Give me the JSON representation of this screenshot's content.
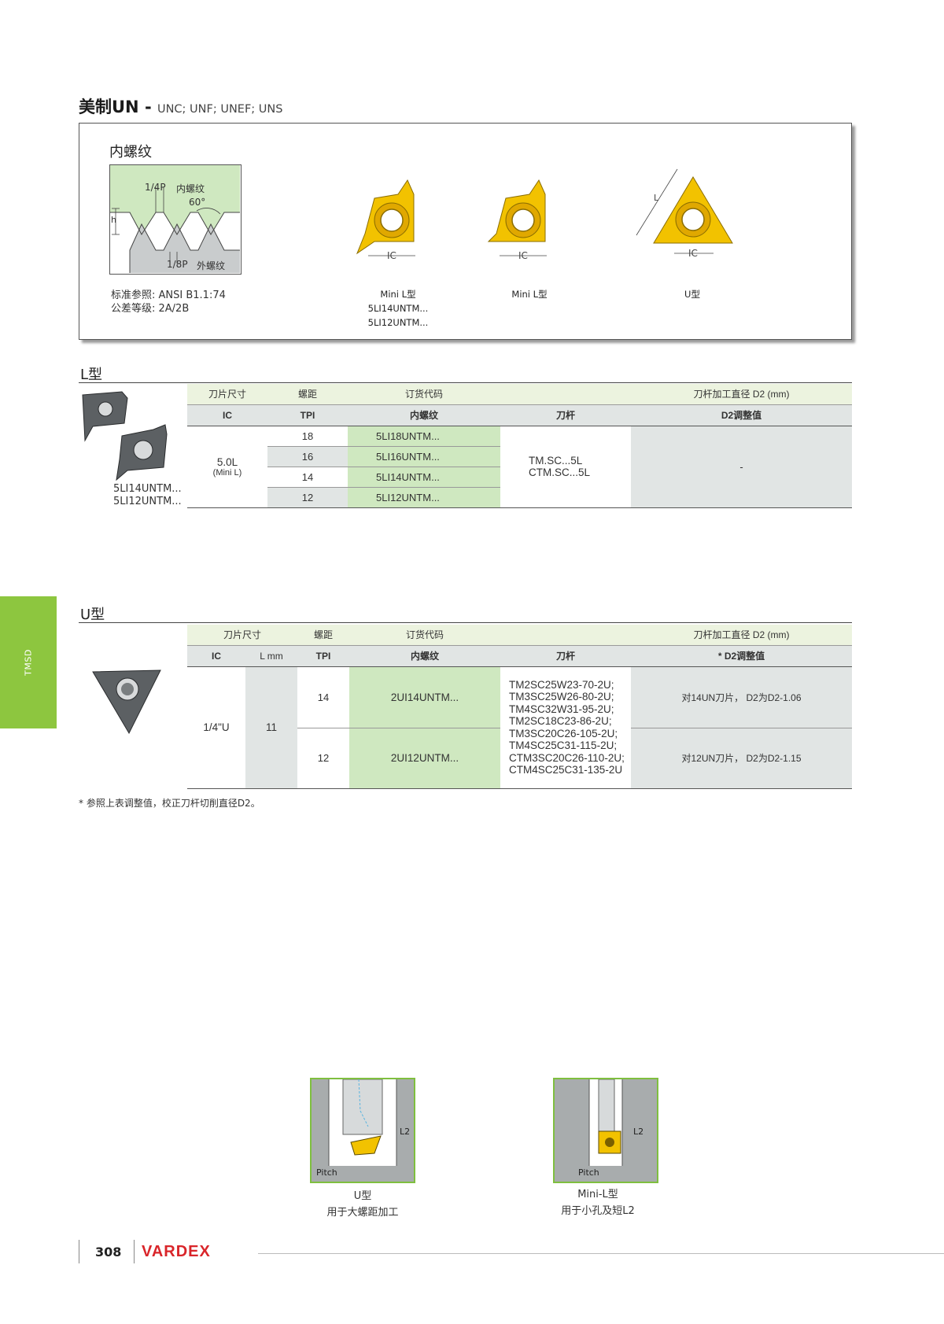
{
  "header": {
    "title_main": "美制UN - ",
    "title_sub": "UNC; UNF; UNEF; UNS"
  },
  "top_box": {
    "heading": "内螺纹",
    "diagram": {
      "quarter_pitch": "1/4P",
      "internal_label": "内螺纹",
      "angle": "60°",
      "h_label": "h",
      "eighth_pitch": "1/8P",
      "external_label": "外螺纹"
    },
    "standard_ref": "标准参照: ANSI B1.1:74",
    "tolerance": "公差等级: 2A/2B",
    "inserts": [
      {
        "ic_label": "IC",
        "label_line1": "Mini L型",
        "label_line2": "5LI14UNTM...",
        "label_line3": "5LI12UNTM..."
      },
      {
        "ic_label": "IC",
        "label_line1": "Mini L型"
      },
      {
        "ic_label": "IC",
        "l_label": "L",
        "label_line1": "U型"
      }
    ]
  },
  "l_section": {
    "title": "L型",
    "image_caption_1": "5LI14UNTM...",
    "image_caption_2": "5LI12UNTM...",
    "header1": {
      "size": "刀片尺寸",
      "pitch": "螺距",
      "order": "订货代码",
      "d2": "刀杆加工直径 D2 (mm)"
    },
    "header2": {
      "ic": "IC",
      "tpi": "TPI",
      "internal": "内螺纹",
      "holder": "刀杆",
      "d2adj": "D2调整值"
    },
    "ic_value": "5.0L",
    "ic_sub": "(Mini L)",
    "rows": [
      {
        "tpi": "18",
        "code": "5LI18UNTM..."
      },
      {
        "tpi": "16",
        "code": "5LI16UNTM..."
      },
      {
        "tpi": "14",
        "code": "5LI14UNTM..."
      },
      {
        "tpi": "12",
        "code": "5LI12UNTM..."
      }
    ],
    "holder_1": "TM.SC...5L",
    "holder_2": "CTM.SC...5L",
    "d2_value": "-"
  },
  "tab": {
    "label": "TMSD"
  },
  "u_section": {
    "title": "U型",
    "header1": {
      "size": "刀片尺寸",
      "pitch": "螺距",
      "order": "订货代码",
      "d2": "刀杆加工直径 D2 (mm)"
    },
    "header2": {
      "ic": "IC",
      "l": "L mm",
      "tpi": "TPI",
      "internal": "内螺纹",
      "holder": "刀杆",
      "d2adj": "* D2调整值"
    },
    "ic_value": "1/4\"U",
    "l_value": "11",
    "rows": [
      {
        "tpi": "14",
        "code": "2UI14UNTM...",
        "d2": "对14UN刀片，  D2为D2-1.06"
      },
      {
        "tpi": "12",
        "code": "2UI12UNTM...",
        "d2": "对12UN刀片，  D2为D2-1.15"
      }
    ],
    "holders": [
      "TM2SC25W23-70-2U;",
      "TM3SC25W26-80-2U;",
      "TM4SC32W31-95-2U;",
      "TM2SC18C23-86-2U;",
      "TM3SC20C26-105-2U;",
      "TM4SC25C31-115-2U;",
      "CTM3SC20C26-110-2U;",
      "CTM4SC25C31-135-2U"
    ]
  },
  "footnote": "*  参照上表调整值，校正刀杆切削直径D2。",
  "applications": [
    {
      "pitch_label": "Pitch",
      "l2_label": "L2",
      "caption_1": "U型",
      "caption_2": "用于大螺距加工"
    },
    {
      "pitch_label": "Pitch",
      "l2_label": "L2",
      "caption_1": "Mini-L型",
      "caption_2": "用于小孔及短L2"
    }
  ],
  "footer": {
    "page_number": "308",
    "brand": "VARDEX"
  },
  "colors": {
    "accent_green": "#8dc63f",
    "insert_gold": "#f2c200",
    "brand_red": "#d9252a"
  }
}
